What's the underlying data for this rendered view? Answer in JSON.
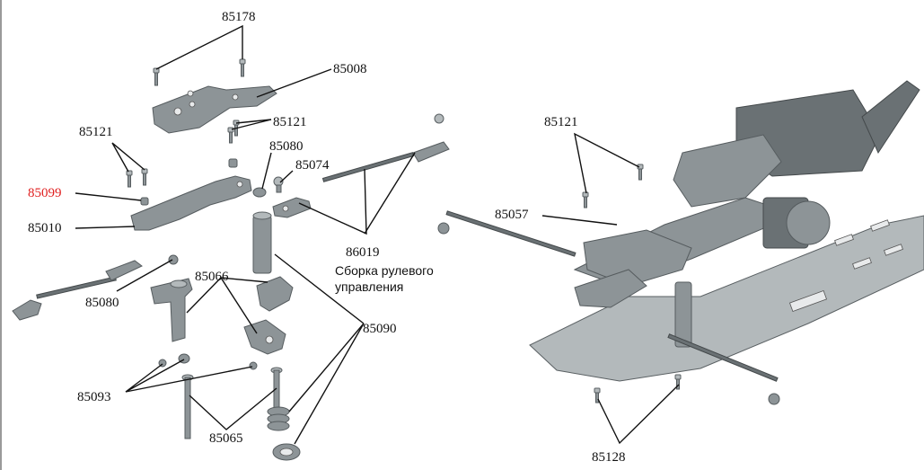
{
  "callouts": [
    {
      "id": "c85178",
      "text": "85178"
    },
    {
      "id": "c85008",
      "text": "85008"
    },
    {
      "id": "c85121a",
      "text": "85121"
    },
    {
      "id": "c85121b",
      "text": "85121"
    },
    {
      "id": "c85080a",
      "text": "85080"
    },
    {
      "id": "c85074",
      "text": "85074"
    },
    {
      "id": "c85099",
      "text": "85099",
      "highlight": true
    },
    {
      "id": "c85010",
      "text": "85010"
    },
    {
      "id": "c86019",
      "text": "86019"
    },
    {
      "id": "c85080b",
      "text": "85080"
    },
    {
      "id": "c85066",
      "text": "85066"
    },
    {
      "id": "c85090",
      "text": "85090"
    },
    {
      "id": "c85093",
      "text": "85093"
    },
    {
      "id": "c85065",
      "text": "85065"
    },
    {
      "id": "c85121c",
      "text": "85121"
    },
    {
      "id": "c85057",
      "text": "85057"
    },
    {
      "id": "c85128",
      "text": "85128"
    }
  ],
  "caption": {
    "line1": "Сборка рулевого",
    "line2": "управления"
  },
  "colors": {
    "highlight": "#e02020",
    "part": "#8d9497",
    "text": "#111111"
  }
}
